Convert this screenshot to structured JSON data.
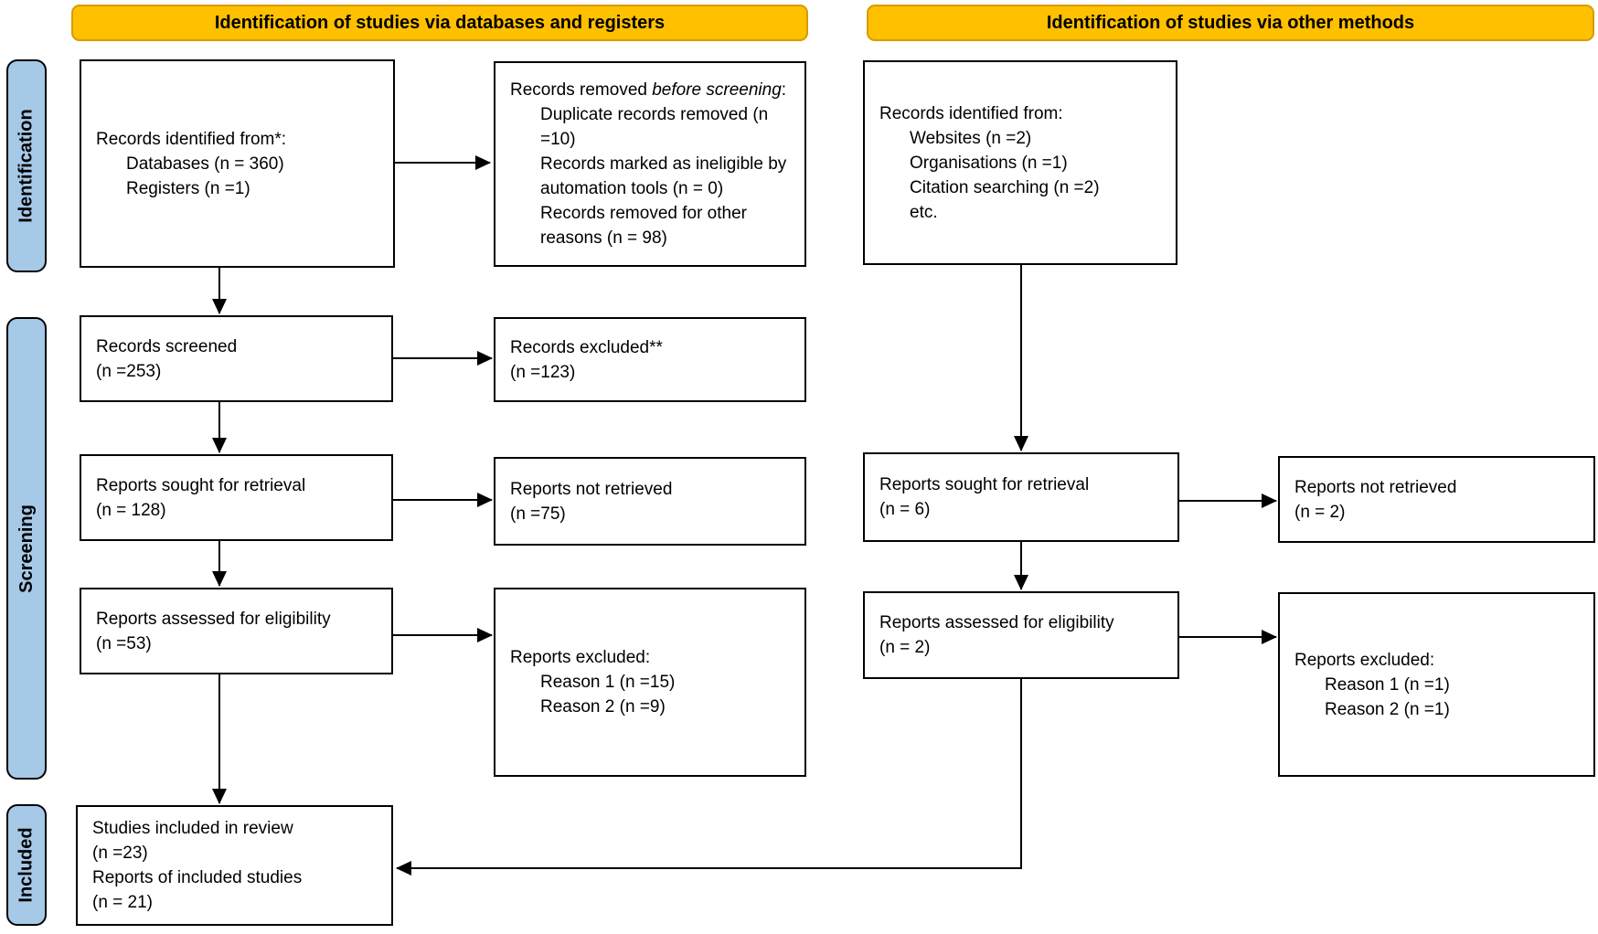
{
  "headers": {
    "left": "Identification of studies via databases and registers",
    "right": "Identification of studies via other methods"
  },
  "stages": {
    "identification": "Identification",
    "screening": "Screening",
    "included": "Included"
  },
  "colors": {
    "header_fill": "#FFC000",
    "header_border": "#D79B00",
    "stage_fill": "#A6C9E8",
    "box_border": "#000000",
    "arrow": "#000000"
  },
  "boxes": {
    "records_identified_db": {
      "lines": [
        "Records identified from*:",
        "Databases (n = 360)",
        "Registers (n =1)"
      ]
    },
    "records_removed": {
      "line1_prefix": "Records removed ",
      "line1_italic": "before screening",
      "line1_suffix": ":",
      "items": [
        "Duplicate records removed (n =10)",
        "Records marked as ineligible by automation tools (n = 0)",
        "Records removed for other reasons (n = 98)"
      ]
    },
    "records_identified_other": {
      "lines": [
        "Records identified from:",
        "Websites (n =2)",
        "Organisations (n =1)",
        "Citation searching (n =2)",
        "etc."
      ]
    },
    "records_screened": {
      "lines": [
        "Records screened",
        "(n =253)"
      ]
    },
    "records_excluded": {
      "lines": [
        "Records excluded**",
        "(n =123)"
      ]
    },
    "reports_sought_db": {
      "lines": [
        "Reports sought for retrieval",
        "(n = 128)"
      ]
    },
    "reports_not_retrieved_db": {
      "lines": [
        "Reports not retrieved",
        "(n =75)"
      ]
    },
    "reports_sought_other": {
      "lines": [
        "Reports sought for retrieval",
        "(n = 6)"
      ]
    },
    "reports_not_retrieved_other": {
      "lines": [
        "Reports not retrieved",
        "(n = 2)"
      ]
    },
    "reports_assessed_db": {
      "lines": [
        "Reports assessed for eligibility",
        "(n =53)"
      ]
    },
    "reports_excluded_db": {
      "heading": "Reports excluded:",
      "items": [
        "Reason 1 (n =15)",
        "Reason 2 (n =9)"
      ]
    },
    "reports_assessed_other": {
      "lines": [
        "Reports assessed for eligibility",
        "(n = 2)"
      ]
    },
    "reports_excluded_other": {
      "heading": "Reports excluded:",
      "items": [
        "Reason 1 (n =1)",
        "Reason 2 (n =1)"
      ]
    },
    "studies_included": {
      "lines": [
        "Studies included in review",
        "(n =23)",
        "Reports of included studies",
        "(n = 21)"
      ]
    }
  }
}
